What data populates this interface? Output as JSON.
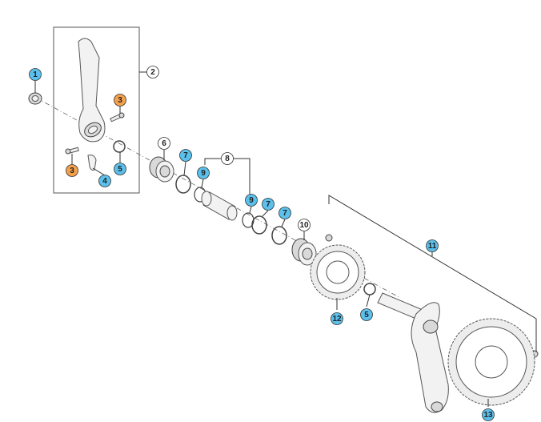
{
  "diagram": {
    "colors": {
      "available": "#5bc0eb",
      "optional": "#f5a04a",
      "reference": "#ffffff",
      "outline": "#333333"
    },
    "callouts": [
      {
        "id": "c1",
        "label": "1",
        "kind": "available"
      },
      {
        "id": "c2",
        "label": "2",
        "kind": "reference"
      },
      {
        "id": "c3a",
        "label": "3",
        "kind": "optional"
      },
      {
        "id": "c3b",
        "label": "3",
        "kind": "optional"
      },
      {
        "id": "c4",
        "label": "4",
        "kind": "available"
      },
      {
        "id": "c5a",
        "label": "5",
        "kind": "available"
      },
      {
        "id": "c5b",
        "label": "5",
        "kind": "available"
      },
      {
        "id": "c6",
        "label": "6",
        "kind": "reference"
      },
      {
        "id": "c7a",
        "label": "7",
        "kind": "available"
      },
      {
        "id": "c7b",
        "label": "7",
        "kind": "available"
      },
      {
        "id": "c7c",
        "label": "7",
        "kind": "available"
      },
      {
        "id": "c8",
        "label": "8",
        "kind": "reference"
      },
      {
        "id": "c9a",
        "label": "9",
        "kind": "available"
      },
      {
        "id": "c9b",
        "label": "9",
        "kind": "available"
      },
      {
        "id": "c10",
        "label": "10",
        "kind": "reference"
      },
      {
        "id": "c11",
        "label": "11",
        "kind": "available"
      },
      {
        "id": "c12",
        "label": "12",
        "kind": "available"
      },
      {
        "id": "c13",
        "label": "13",
        "kind": "available"
      }
    ]
  }
}
